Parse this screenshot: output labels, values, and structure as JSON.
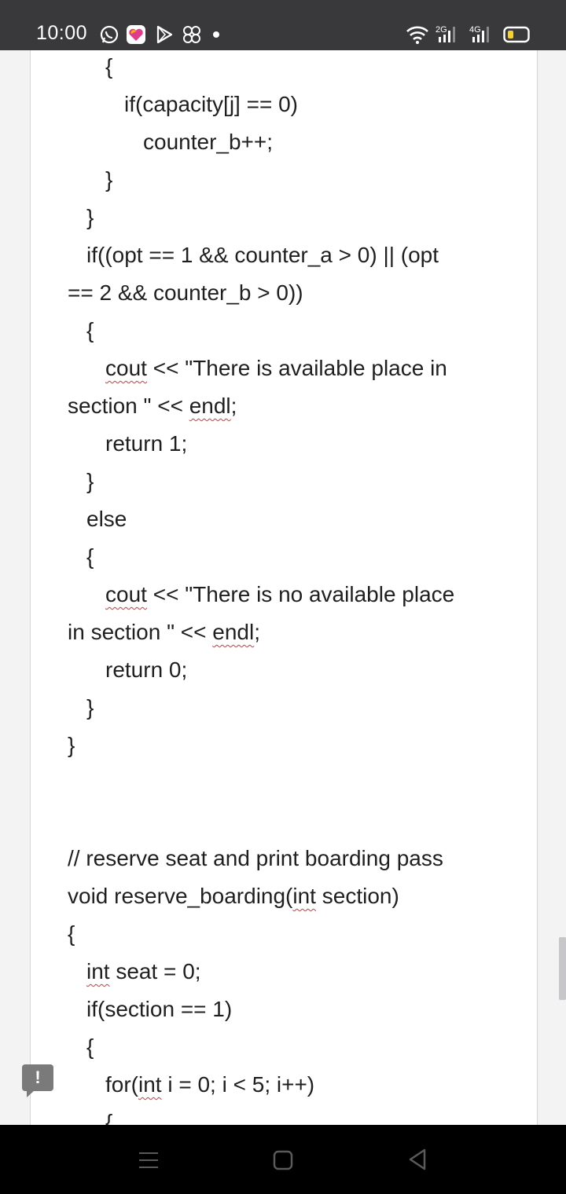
{
  "status_bar": {
    "time": "10:00",
    "left_icons": [
      "whatsapp-icon",
      "heart-app-icon",
      "play-store-icon",
      "pinwheel-icon",
      "notification-dot-icon"
    ],
    "network_1": "2G",
    "network_2": "4G",
    "right_icons": [
      "wifi-icon",
      "signal-2g-icon",
      "signal-4g-icon",
      "battery-icon"
    ]
  },
  "document": {
    "lines": [
      {
        "text": "{"
      },
      {
        "text": "if(capacity[j] == 0)"
      },
      {
        "text": "counter_b++;"
      },
      {
        "text": "}"
      },
      {
        "text": "}"
      },
      {
        "text": "if((opt == 1 && counter_a > 0) || (opt"
      },
      {
        "text": "== 2 && counter_b > 0))"
      },
      {
        "text": "{"
      },
      {
        "pre": "",
        "sq": "cout",
        "post": " << \"There is available place in"
      },
      {
        "pre": "section \" << ",
        "sq": "endl",
        "post": ";"
      },
      {
        "text": "return 1;"
      },
      {
        "text": "}"
      },
      {
        "text": "else"
      },
      {
        "text": "{"
      },
      {
        "pre": "",
        "sq": "cout",
        "post": " << \"There is no available place"
      },
      {
        "pre": "in section \" << ",
        "sq": "endl",
        "post": ";"
      },
      {
        "text": "return 0;"
      },
      {
        "text": "}"
      },
      {
        "text": "}"
      },
      {
        "text": "// reserve seat and print boarding pass"
      },
      {
        "pre": "void reserve_boarding(",
        "sq": "int",
        "post": " section)"
      },
      {
        "text": "{"
      },
      {
        "pre": "",
        "sq": "int",
        "post": " seat = 0;"
      },
      {
        "text": "if(section == 1)"
      },
      {
        "text": "{"
      },
      {
        "pre": "for(",
        "sq": "int",
        "post": " i = 0; i < 5; i++)"
      },
      {
        "text": "{"
      }
    ]
  },
  "alert_badge": "!",
  "nav": {
    "icons": [
      "recent-apps-icon",
      "home-icon",
      "back-icon"
    ]
  }
}
